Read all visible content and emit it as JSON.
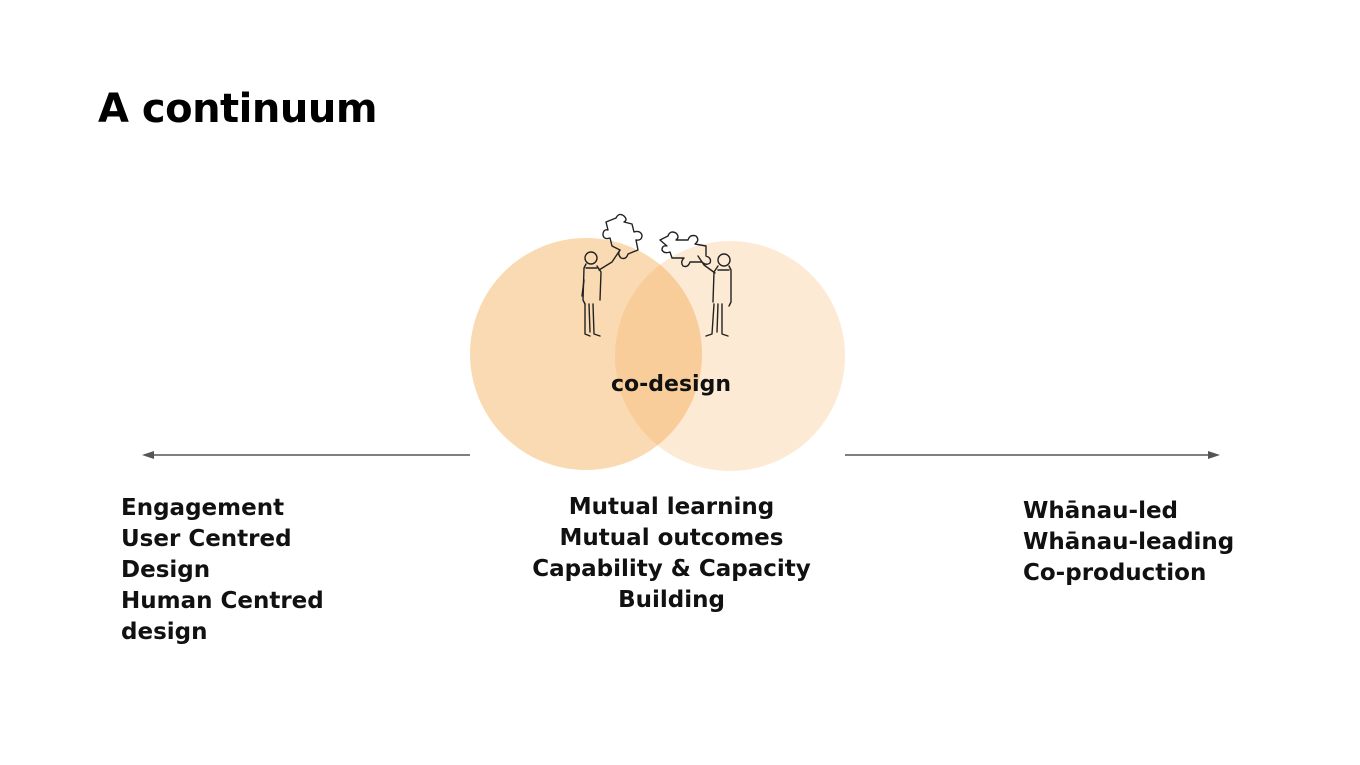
{
  "title": "A continuum",
  "center_label": "co-design",
  "left_items": [
    "Engagement",
    "User Centred",
    "Design",
    "Human Centred",
    "design"
  ],
  "middle_items": [
    "Mutual learning",
    "Mutual outcomes",
    "Capability & Capacity",
    "Building"
  ],
  "right_items": [
    "Whānau-led",
    "Whānau-leading",
    "Co-production"
  ],
  "colors": {
    "left_circle": "#f9d2a0",
    "right_circle": "#fde9d2",
    "overlap": "#f7c28a",
    "arrow": "#555555"
  },
  "icons": [
    "person-holding-puzzle-piece-icon",
    "puzzle-piece-icon"
  ]
}
